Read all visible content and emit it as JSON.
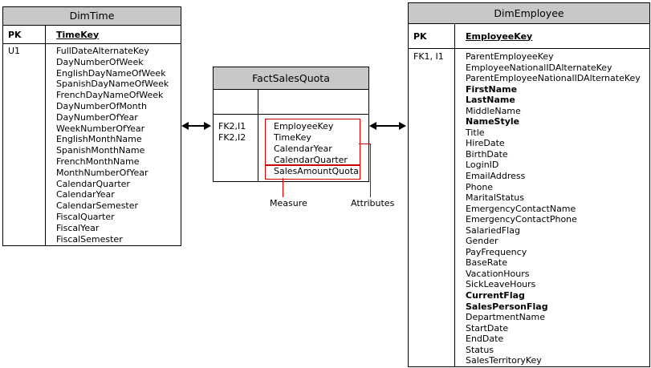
{
  "tables": {
    "dimtime": {
      "title": "DimTime",
      "pk": {
        "k": "PK",
        "n": "TimeKey"
      },
      "rows": [
        {
          "k": "U1",
          "n": "FullDateAlternateKey"
        },
        {
          "k": "",
          "n": "DayNumberOfWeek"
        },
        {
          "k": "",
          "n": "EnglishDayNameOfWeek"
        },
        {
          "k": "",
          "n": "SpanishDayNameOfWeek"
        },
        {
          "k": "",
          "n": "FrenchDayNameOfWeek"
        },
        {
          "k": "",
          "n": "DayNumberOfMonth"
        },
        {
          "k": "",
          "n": "DayNumberOfYear"
        },
        {
          "k": "",
          "n": "WeekNumberOfYear"
        },
        {
          "k": "",
          "n": "EnglishMonthName"
        },
        {
          "k": "",
          "n": "SpanishMonthName"
        },
        {
          "k": "",
          "n": "FrenchMonthName"
        },
        {
          "k": "",
          "n": "MonthNumberOfYear"
        },
        {
          "k": "",
          "n": "CalendarQuarter"
        },
        {
          "k": "",
          "n": "CalendarYear"
        },
        {
          "k": "",
          "n": "CalendarSemester"
        },
        {
          "k": "",
          "n": "FiscalQuarter"
        },
        {
          "k": "",
          "n": "FiscalYear"
        },
        {
          "k": "",
          "n": "FiscalSemester"
        }
      ]
    },
    "factsalesquota": {
      "title": "FactSalesQuota",
      "pk": {
        "k": "",
        "n": ""
      },
      "rows": [
        {
          "k": "FK2,I1",
          "n": "EmployeeKey"
        },
        {
          "k": "FK2,I2",
          "n": "TimeKey"
        },
        {
          "k": "",
          "n": "CalendarYear"
        },
        {
          "k": "",
          "n": "CalendarQuarter"
        },
        {
          "k": "",
          "n": "SalesAmountQuota"
        }
      ]
    },
    "dimemployee": {
      "title": "DimEmployee",
      "pk": {
        "k": "PK",
        "n": "EmployeeKey"
      },
      "rows": [
        {
          "k": "FK1, I1",
          "n": "ParentEmployeeKey"
        },
        {
          "k": "",
          "n": "EmployeeNationalIDAlternateKey"
        },
        {
          "k": "",
          "n": "ParentEmployeeNationalIDAlternateKey"
        },
        {
          "k": "",
          "n": "FirstName",
          "b": true
        },
        {
          "k": "",
          "n": "LastName",
          "b": true
        },
        {
          "k": "",
          "n": "MiddleName"
        },
        {
          "k": "",
          "n": "NameStyle",
          "b": true
        },
        {
          "k": "",
          "n": "Title"
        },
        {
          "k": "",
          "n": "HireDate"
        },
        {
          "k": "",
          "n": "BirthDate"
        },
        {
          "k": "",
          "n": "LoginID"
        },
        {
          "k": "",
          "n": "EmailAddress"
        },
        {
          "k": "",
          "n": "Phone"
        },
        {
          "k": "",
          "n": "MaritalStatus"
        },
        {
          "k": "",
          "n": "EmergencyContactName"
        },
        {
          "k": "",
          "n": "EmergencyContactPhone"
        },
        {
          "k": "",
          "n": "SalariedFlag"
        },
        {
          "k": "",
          "n": "Gender"
        },
        {
          "k": "",
          "n": "PayFrequency"
        },
        {
          "k": "",
          "n": "BaseRate"
        },
        {
          "k": "",
          "n": "VacationHours"
        },
        {
          "k": "",
          "n": "SickLeaveHours"
        },
        {
          "k": "",
          "n": "CurrentFlag",
          "b": true
        },
        {
          "k": "",
          "n": "SalesPersonFlag",
          "b": true
        },
        {
          "k": "",
          "n": "DepartmentName"
        },
        {
          "k": "",
          "n": "StartDate"
        },
        {
          "k": "",
          "n": "EndDate"
        },
        {
          "k": "",
          "n": "Status"
        },
        {
          "k": "",
          "n": "SalesTerritoryKey"
        }
      ]
    }
  },
  "annotations": {
    "measure": "Measure",
    "attributes": "Attributes"
  },
  "colors": {
    "annotation_red": "#cc0000",
    "header_bg": "#c8c8c8",
    "border_black": "#000000"
  }
}
